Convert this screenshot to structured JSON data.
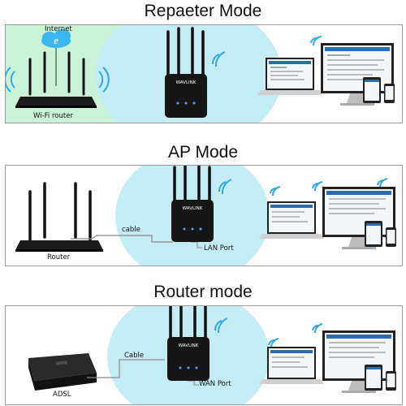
{
  "sections": [
    {
      "title": "Repaeter Mode",
      "labels": {
        "internet": "Internet",
        "router": "Wi-Fi router"
      }
    },
    {
      "title": "AP Mode",
      "labels": {
        "cable": "cable",
        "port": "LAN Port",
        "router": "Router"
      }
    },
    {
      "title": "Router mode",
      "labels": {
        "cable": "Cable",
        "port": "WAN Port",
        "device": "ADSL"
      }
    }
  ],
  "device_brand": "WAVLINK",
  "colors": {
    "coverage": "#c4ecf4",
    "router_zone": "#c9f2d6",
    "device": "#161616"
  },
  "icons": [
    "internet-cloud-icon",
    "wifi-signal-icon",
    "laptop-icon",
    "monitor-icon",
    "tablet-icon",
    "phone-icon"
  ]
}
